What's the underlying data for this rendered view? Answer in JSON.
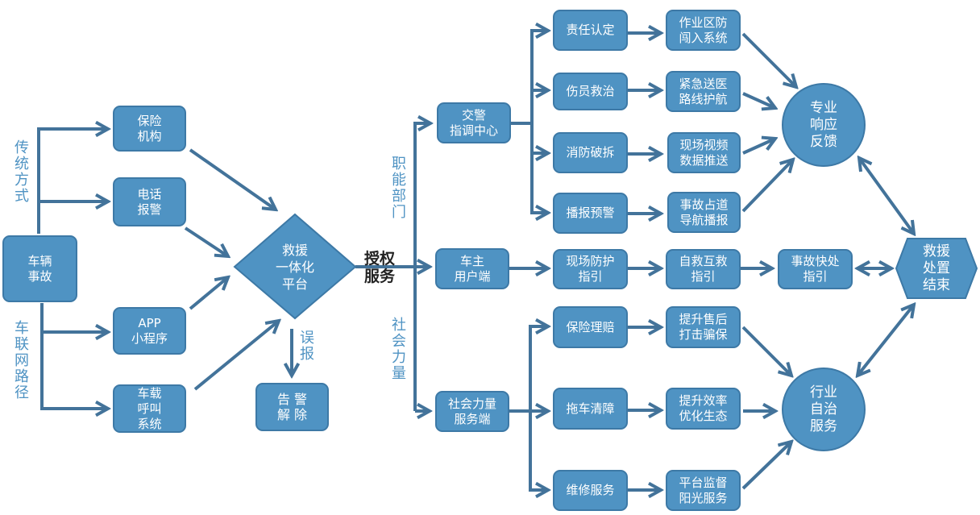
{
  "colors": {
    "box": "#4f93c3",
    "border": "#3d79a6",
    "arrow": "#43739a",
    "label": "#4f93c3"
  },
  "start": "车辆\n事故",
  "side_labels": {
    "traditional": "传统方式",
    "iov": "车联网路径",
    "functional": "职能部门",
    "social": "社会力量",
    "false_alarm": "误报"
  },
  "channels": [
    "保险\n机构",
    "电话\n报警",
    "APP\n小程序",
    "车载\n呼叫\n系统"
  ],
  "platform": "救援\n一体化\n平台",
  "alarm_cancel": "告 警\n解 除",
  "authorize": "授权\n服务",
  "hubs": [
    "交警\n指调中心",
    "车主\n用户端",
    "社会力量\n服务端"
  ],
  "actions": [
    "责任认定",
    "伤员救治",
    "消防破拆",
    "播报预警",
    "现场防护\n指引",
    "保险理赔",
    "拖车清障",
    "维修服务"
  ],
  "outcomes": [
    "作业区防\n闯入系统",
    "紧急送医\n路线护航",
    "现场视频\n数据推送",
    "事故占道\n导航播报",
    "自救互救\n指引",
    "提升售后\n打击骗保",
    "提升效率\n优化生态",
    "平台监督\n阳光服务"
  ],
  "quick": "事故快处\n指引",
  "circles": [
    "专业\n响应\n反馈",
    "行业\n自治\n服务"
  ],
  "end": "救援\n处置\n结束"
}
